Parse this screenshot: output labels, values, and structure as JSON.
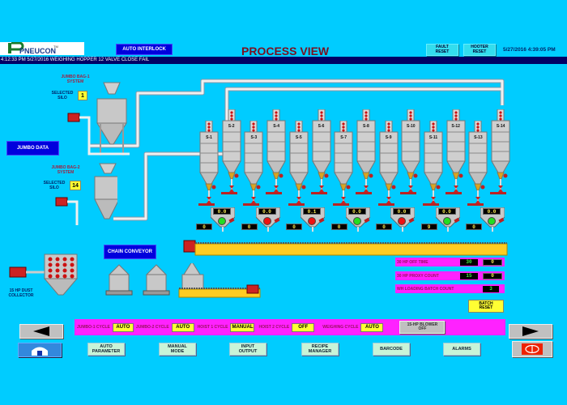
{
  "header": {
    "logo_text": "PNEUCON",
    "title": "PROCESS VIEW",
    "datetime": "5/27/2016 4:39:05 PM",
    "auto_interlock_label": "AUTO INTERLOCK",
    "fault_reset_label": [
      "FAULT",
      "RESET"
    ],
    "hooter_reset_label": [
      "HOOTER",
      "RESET"
    ]
  },
  "alarm_banner": {
    "message": "4:12:33 PM 5/27/2016 WEIGHING HOPPER 12 VALVE CLOSE FAIL"
  },
  "jumbo_bag_1": {
    "title": [
      "JUMBO BAG-1",
      "SYSTEM"
    ],
    "selected_silo_label": [
      "SELECTED",
      "SILO"
    ],
    "selected_silo": "1"
  },
  "jumbo_bag_2": {
    "title": [
      "JUMBO BAG-2",
      "SYSTEM"
    ],
    "selected_silo_label": [
      "SELECTED",
      "SILO"
    ],
    "selected_silo": "14"
  },
  "jumbo_data_label": "JUMBO DATA",
  "chain_conveyor_label": "CHAIN CONVEYOR",
  "dust_collector_label": [
    "15 HP DUST",
    "COLLECTOR"
  ],
  "silos": [
    {
      "name": "S-1"
    },
    {
      "name": "S-2"
    },
    {
      "name": "S-3"
    },
    {
      "name": "S-4"
    },
    {
      "name": "S-5"
    },
    {
      "name": "S-6"
    },
    {
      "name": "S-7"
    },
    {
      "name": "S-8"
    },
    {
      "name": "S-9"
    },
    {
      "name": "S-10"
    },
    {
      "name": "S-11"
    },
    {
      "name": "S-12"
    },
    {
      "name": "S-13"
    },
    {
      "name": "S-14"
    }
  ],
  "weigh_hoppers": [
    {
      "weight": "0.0",
      "count": "0",
      "status": "green"
    },
    {
      "weight": "0.0",
      "count": "0",
      "status": "red"
    },
    {
      "weight": "0.1",
      "count": "0",
      "status": "red"
    },
    {
      "weight": "0.0",
      "count": "0",
      "status": "green"
    },
    {
      "weight": "0.0",
      "count": "0",
      "status": "red"
    },
    {
      "weight": "0.0",
      "count": "9",
      "status": "green"
    },
    {
      "weight": "0.0",
      "count": "0",
      "status": "green"
    }
  ],
  "status_colors": {
    "green": "#22dd22",
    "red": "#ee1111"
  },
  "counters": [
    {
      "label": "30 HP OFF TIME",
      "value1": "30",
      "value2": "0"
    },
    {
      "label": "30 HP PROXY COUNT",
      "value1": "15",
      "value2": "0"
    },
    {
      "label": "WH LOADING BATCH COUNT",
      "value2": "3"
    }
  ],
  "batch_reset_label": [
    "BATCH",
    "RESET"
  ],
  "cycles": [
    {
      "label": "JUMBO-1 CYCLE",
      "value": "AUTO"
    },
    {
      "label": "JUMBO-2 CYCLE",
      "value": "AUTO"
    },
    {
      "label": "HOIST 1 CYCLE",
      "value": "MANUAL"
    },
    {
      "label": "HOIST 2 CYCLE",
      "value": "OFF"
    },
    {
      "label": "WEIGHING CYCLE",
      "value": "AUTO"
    }
  ],
  "blower_button": [
    "15-HP BLOWER",
    "OFF"
  ],
  "nav_buttons": [
    {
      "label": [
        "AUTO",
        "PARAMETER"
      ]
    },
    {
      "label": [
        "MANUAL",
        "MODE"
      ]
    },
    {
      "label": [
        "INPUT",
        "OUTPUT"
      ]
    },
    {
      "label": [
        "RECIPE",
        "MANAGER"
      ]
    },
    {
      "label": [
        "BARCODE"
      ]
    },
    {
      "label": [
        "ALARMS"
      ]
    }
  ],
  "icons": {
    "back": "left-arrow",
    "forward": "right-arrow",
    "home": "home",
    "power": "power"
  }
}
